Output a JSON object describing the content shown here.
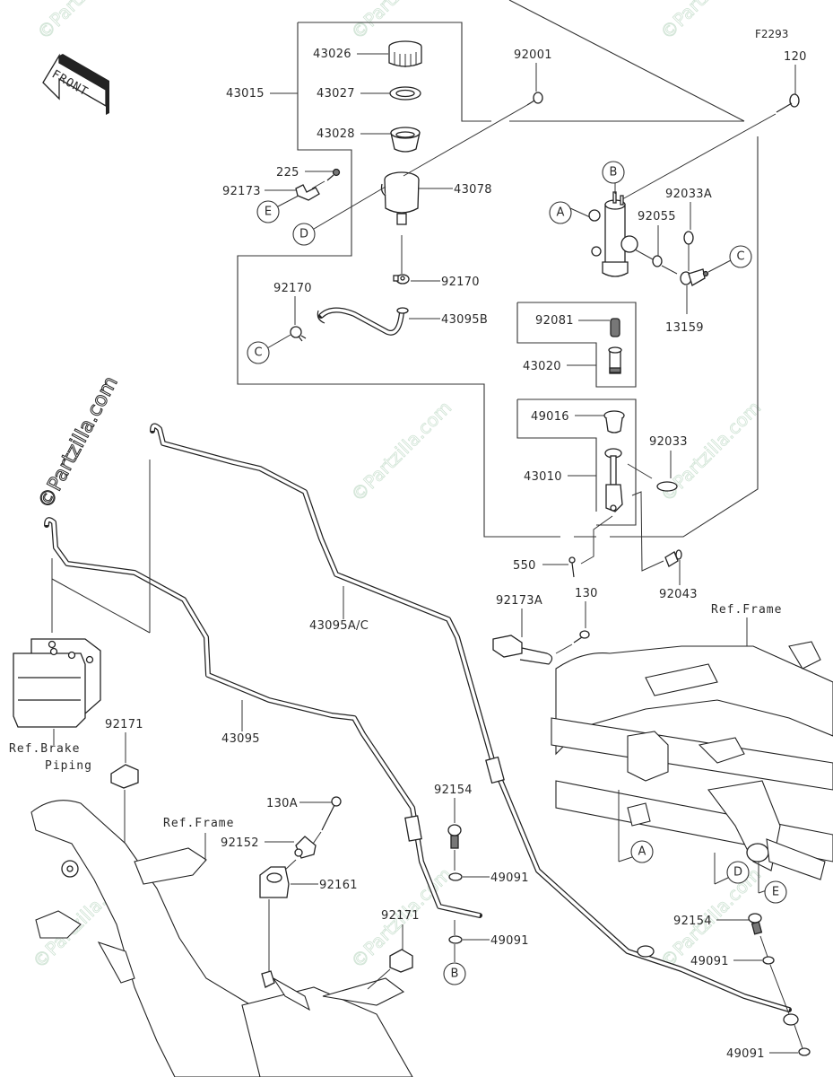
{
  "diagram": {
    "figure_code": "F2293",
    "front_arrow_label": "FRONT",
    "watermark": "©Partzilla.com",
    "reference_labels": {
      "ref_frame_top": "Ref.Frame",
      "ref_frame_bottom": "Ref.Frame",
      "ref_brake_piping_line1": "Ref.Brake",
      "ref_brake_piping_line2": "Piping"
    },
    "connection_markers": {
      "A": "A",
      "B": "B",
      "C": "C",
      "D": "D",
      "E": "E"
    },
    "part_numbers": {
      "p43015": "43015",
      "p43026": "43026",
      "p43027": "43027",
      "p43028": "43028",
      "p225": "225",
      "p92173": "92173",
      "p43078": "43078",
      "p92001": "92001",
      "p120": "120",
      "p92033A": "92033A",
      "p92055": "92055",
      "p13159": "13159",
      "p92170_upper": "92170",
      "p92170_left": "92170",
      "p43095B": "43095B",
      "p92081": "92081",
      "p43020": "43020",
      "p49016": "49016",
      "p92033": "92033",
      "p43010": "43010",
      "p550": "550",
      "p92043": "92043",
      "p92173A": "92173A",
      "p130": "130",
      "p43095AC": "43095A/C",
      "p43095": "43095",
      "p92171_left": "92171",
      "p92171_mid": "92171",
      "p130A": "130A",
      "p92152": "92152",
      "p92161": "92161",
      "p92154_mid": "92154",
      "p49091_mid1": "49091",
      "p49091_mid2": "49091",
      "p92154_right": "92154",
      "p49091_right1": "49091",
      "p49091_right2": "49091"
    }
  }
}
